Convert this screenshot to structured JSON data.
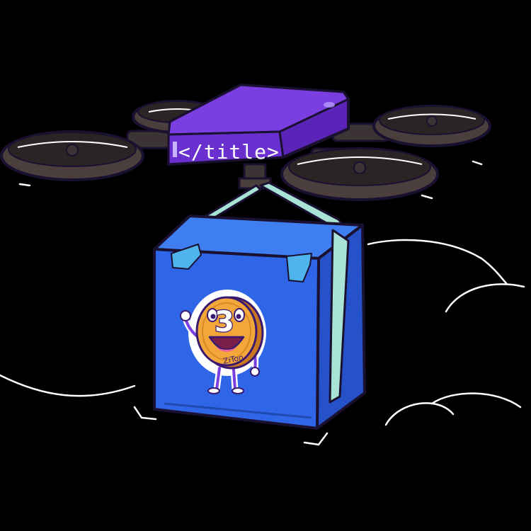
{
  "scene": {
    "drone_label": "</title>",
    "mascot": {
      "digit": "3",
      "name": "ZiTon"
    }
  },
  "colors": {
    "background": "#000000",
    "drone_body": "#7b3ee0",
    "drone_body_dark": "#5a24b8",
    "rotor_gray": "#4a3f3d",
    "box_front": "#2f66e8",
    "box_side": "#2552c9",
    "box_top": "#3f7ef0",
    "strap": "#a8e3d6",
    "tape": "#4fb4ec",
    "coin": "#f3a73a",
    "outline": "#1a1030",
    "cloud_line": "#ffffff"
  },
  "icons": [
    "drone",
    "rotor",
    "delivery-box",
    "coin-mascot",
    "cloud-outline"
  ]
}
